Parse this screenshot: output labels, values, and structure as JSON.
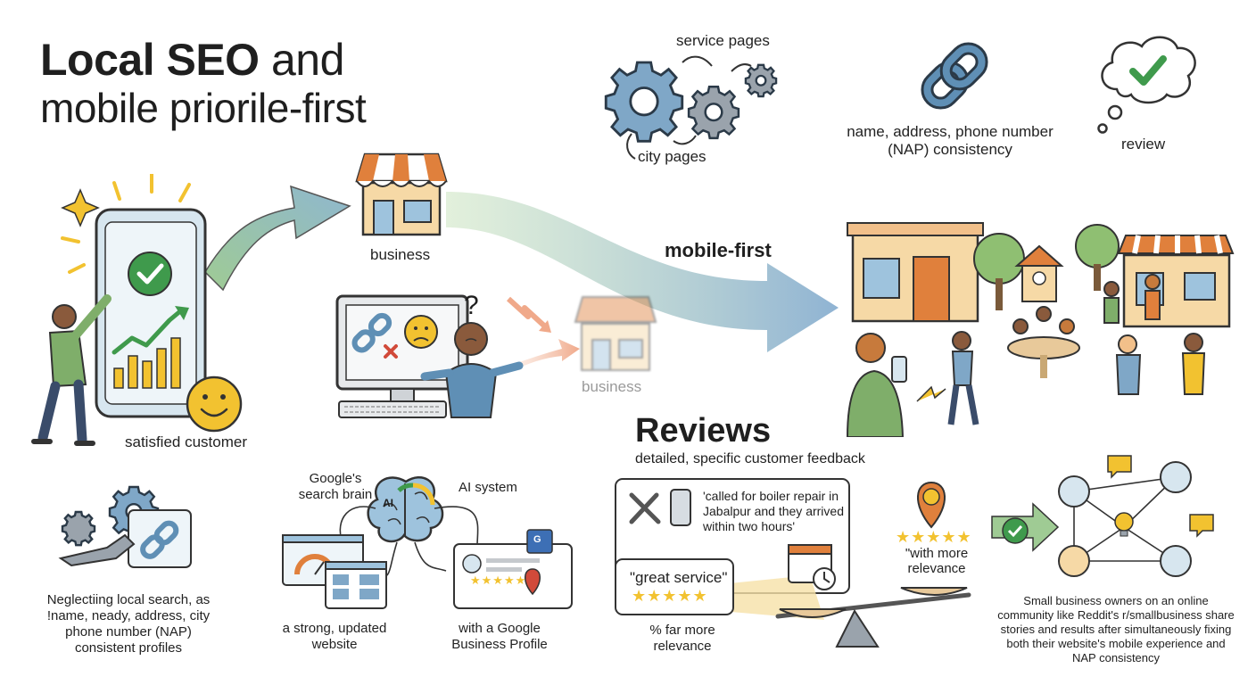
{
  "title": {
    "line1_bold": "Local SEO",
    "line1_rest": " and",
    "line2": "mobile priorile-first"
  },
  "labels": {
    "service_pages": "service pages",
    "city_pages": "city pages",
    "nap": "name, address, phone number (NAP) consistency",
    "review": "review",
    "business_top": "business",
    "business_faded": "business",
    "mobile_first": "mobile-first",
    "satisfied_customer": "satisfied customer",
    "question_mark": "?"
  },
  "reviews": {
    "heading": "Reviews",
    "subheading": "detailed, specific customer feedback",
    "quote_detailed": "'called for boiler repair in Jabalpur and they arrived within two hours'",
    "quote_generic": "\"great service\"",
    "stars_generic": "★★★★★",
    "stars_detailed": "★★★★★",
    "more_relevance": "\"with more relevance",
    "far_more_relevance": "% far more relevance"
  },
  "brain": {
    "google_brain": "Google's search brain",
    "ai_system": "AI system",
    "ai_tag": "AI",
    "strong_website": "a strong, updated website",
    "google_profile": "with a Google Business Profile",
    "stars": "★★★★★",
    "g_badge": "G"
  },
  "bottom_left": {
    "text": "Neglectiing local search, as !name, neady, address, city phone number (NAP) consistent profiles"
  },
  "community": {
    "text": "Small business owners on an online community like Reddit's r/smallbusiness share stories and results after simultaneously fixing both their website's mobile experience and NAP consistency"
  },
  "colors": {
    "green": "#3f9a4c",
    "blue": "#5f8fb5",
    "orange": "#e0803c",
    "yellow": "#f2c230",
    "gray": "#6e7781",
    "store_wall": "#f6d9a6"
  }
}
